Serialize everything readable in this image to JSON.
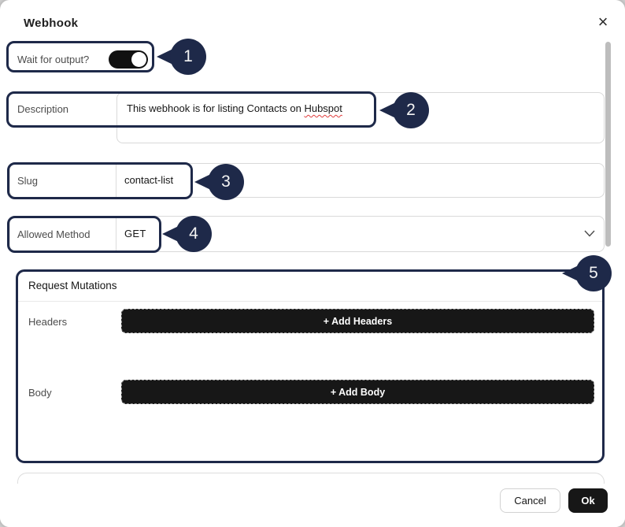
{
  "dialog": {
    "title": "Webhook",
    "close_icon": "×"
  },
  "fields": {
    "wait_for_output": {
      "label": "Wait for output?",
      "enabled": true
    },
    "description": {
      "label": "Description",
      "value": "This webhook is for listing Contacts on Hubspot",
      "value_plain": "This webhook is for listing Contacts on",
      "value_misspelled_word": "Hubspot"
    },
    "slug": {
      "label": "Slug",
      "value": "contact-list"
    },
    "allowed_method": {
      "label": "Allowed Method",
      "value": "GET",
      "chevron_icon": "chevron-down"
    }
  },
  "request_mutations": {
    "title": "Request Mutations",
    "headers_label": "Headers",
    "add_headers_button": "+ Add Headers",
    "body_label": "Body",
    "add_body_button": "+ Add Body"
  },
  "footer": {
    "cancel_label": "Cancel",
    "ok_label": "Ok"
  },
  "callouts": [
    "1",
    "2",
    "3",
    "4",
    "5"
  ],
  "colors": {
    "annotation_navy": "#1e2949",
    "dark_button": "#171717",
    "toggle_on": "#111111",
    "spellcheck_red": "#e03c3c",
    "field_border": "#d9d9d9",
    "scrollbar": "#bdbdbd"
  }
}
